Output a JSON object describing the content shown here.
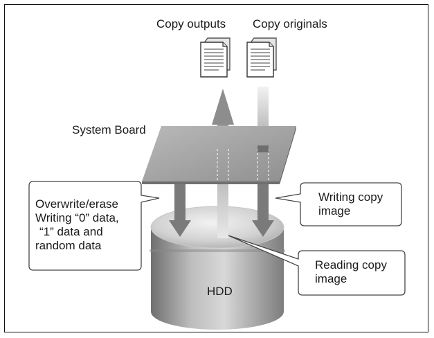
{
  "labels": {
    "copy_outputs": "Copy outputs",
    "copy_originals": "Copy originals",
    "system_board": "System Board",
    "hdd": "HDD"
  },
  "callouts": {
    "overwrite": {
      "line1": "Overwrite/erase",
      "line2": "Writing “0” data,",
      "line3": "“1” data and",
      "line4": "random data"
    },
    "writing": {
      "line1": "Writing copy",
      "line2": "image"
    },
    "reading": {
      "line1": "Reading copy",
      "line2": "image"
    }
  },
  "icons": {
    "output_doc": "document-icon",
    "original_doc": "document-icon"
  },
  "colors": {
    "arrow": "#7a7a7a",
    "board": "#a9a9a9",
    "hdd_side": "#9a9a9a",
    "hdd_top": "#d4d4d4"
  }
}
